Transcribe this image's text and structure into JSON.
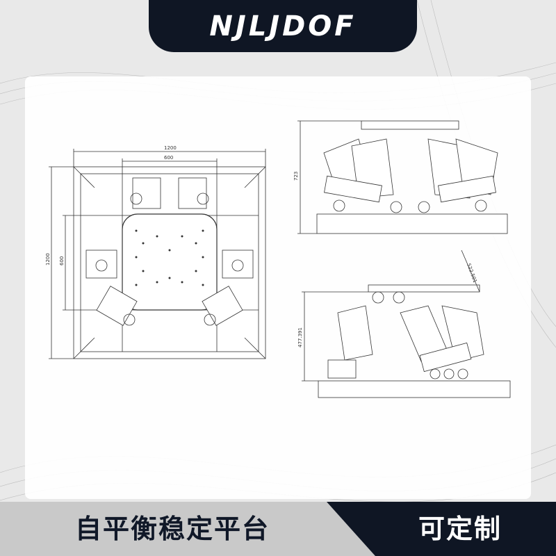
{
  "brand": {
    "logo_text": "NJLJDOF"
  },
  "product": {
    "title": "自平衡稳定平台",
    "tag": "可定制"
  },
  "top_view": {
    "dim_width_outer": "1200",
    "dim_width_inner": "600",
    "dim_height_outer": "1200",
    "dim_height_inner": "600"
  },
  "front_view": {
    "dim_height": "723"
  },
  "side_view": {
    "dim_height": "477.391",
    "dim_stroke": "522.501"
  },
  "colors": {
    "dark": "#0f1624",
    "bar_gray": "#c9c9c9",
    "line": "#333333"
  }
}
